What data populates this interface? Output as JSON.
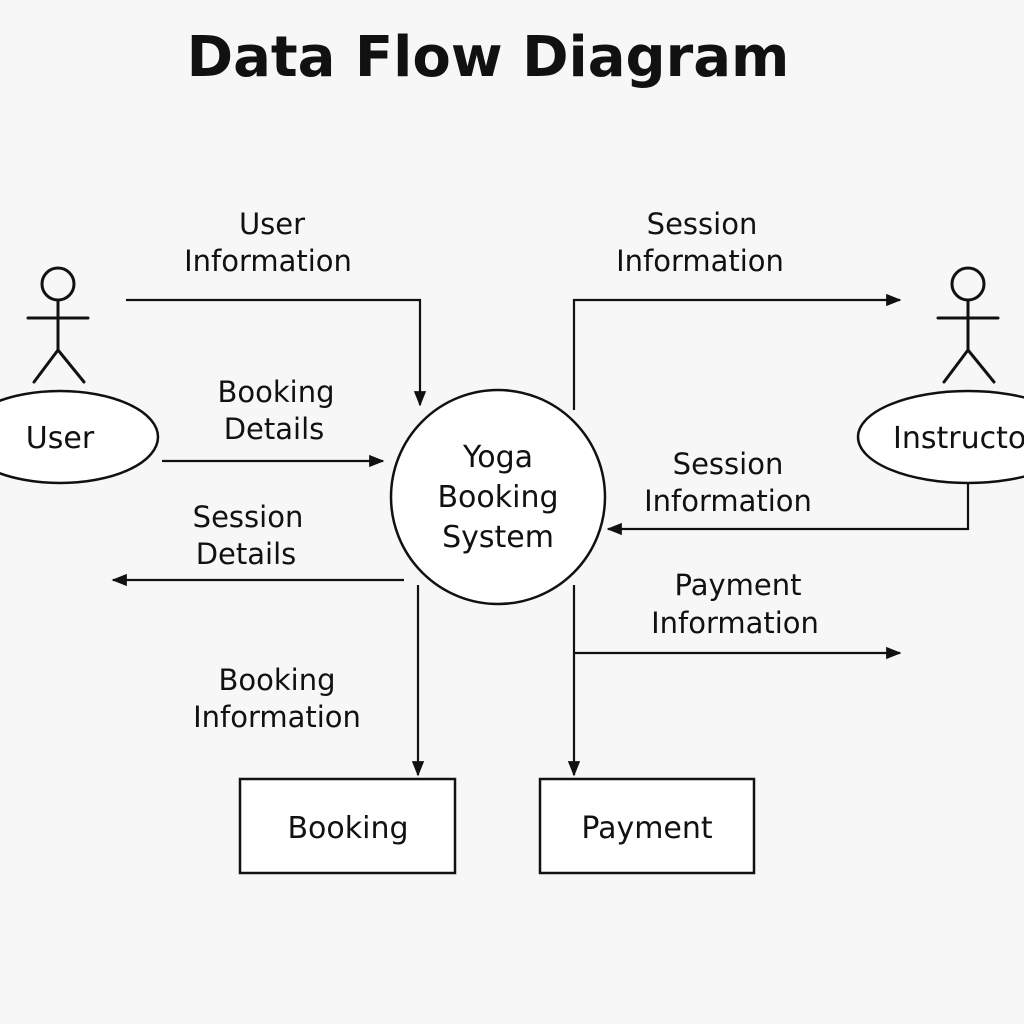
{
  "title": "Data Flow Diagram",
  "nodes": {
    "user": "User",
    "instructor": "Instructo",
    "process": [
      "Yoga",
      "Booking",
      "System"
    ],
    "booking_store": "Booking",
    "payment_store": "Payment"
  },
  "flows": {
    "user_information": [
      "User",
      "Information"
    ],
    "booking_details": [
      "Booking",
      "Details"
    ],
    "session_details": [
      "Session",
      "Details"
    ],
    "booking_information": [
      "Booking",
      "Information"
    ],
    "session_information_out": [
      "Session",
      "Information"
    ],
    "session_information_in": [
      "Session",
      "Information"
    ],
    "payment_information": [
      "Payment",
      "Information"
    ]
  }
}
